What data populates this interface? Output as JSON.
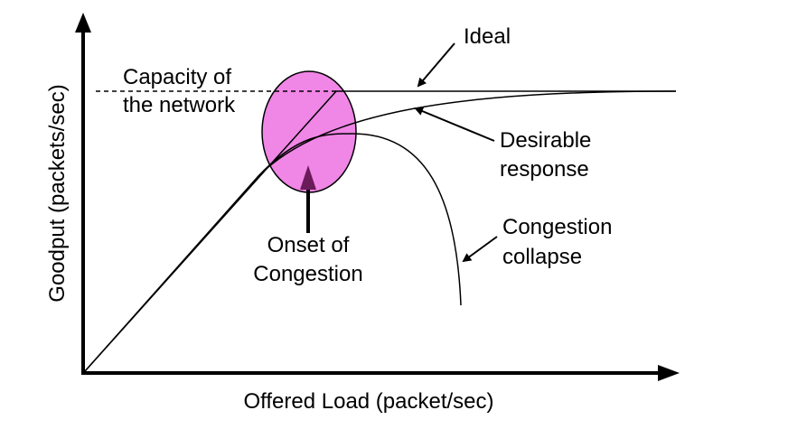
{
  "axes": {
    "x_label": "Offered Load (packet/sec)",
    "y_label": "Goodput (packets/sec)"
  },
  "labels": {
    "ideal": "Ideal",
    "capacity_line1": "Capacity of",
    "capacity_line2": "the network",
    "desirable_line1": "Desirable",
    "desirable_line2": "response",
    "collapse_line1": "Congestion",
    "collapse_line2": "collapse",
    "onset_line1": "Onset of",
    "onset_line2": "Congestion"
  },
  "colors": {
    "onset_fill": "#f086e6",
    "onset_arrow": "#6a1b5a",
    "line": "#000000"
  }
}
